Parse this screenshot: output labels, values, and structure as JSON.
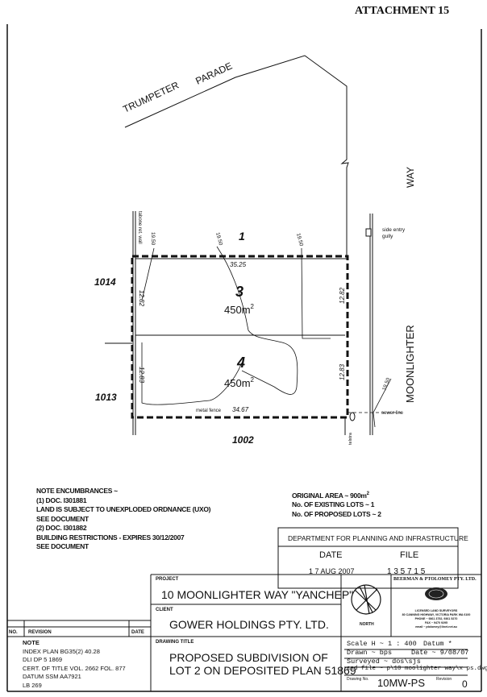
{
  "attachment": "ATTACHMENT 15",
  "plan": {
    "roads": {
      "trumpeter": "TRUMPETER",
      "parade": "PARADE",
      "way": "WAY",
      "moonlighter": "MOONLIGHTER"
    },
    "lots": {
      "lot1": "1",
      "lot3": "3",
      "lot4": "4",
      "area3": "450m",
      "area4": "450m",
      "sup": "2",
      "n1014": "1014",
      "n1013": "1013",
      "n1002": "1002"
    },
    "dims": {
      "top": "35.25",
      "bottom": "34.67",
      "left_upper": "12.82",
      "left_lower": "12.83",
      "right_upper": "12.82",
      "right_lower": "12.83"
    },
    "contours": {
      "c1": "19.50",
      "c2": "19.50",
      "c3": "19.50",
      "c4": "19.50"
    },
    "annotations": {
      "ret_wall": "tabone ret. wall",
      "side_entry": "side entry",
      "gully": "gully",
      "metal_fence": "metal fence",
      "sewer": "sewer line",
      "telstra": "telstra"
    }
  },
  "notes": {
    "encumbrances": [
      "NOTE ENCUMBRANCES ~",
      "(1) DOC. I301881",
      "LAND IS SUBJECT TO UNEXPLODED ORDNANCE (UXO)",
      "SEE DOCUMENT",
      "(2) DOC. I301882",
      "BUILDING RESTRICTIONS - EXPIRES 30/12/2007",
      "SEE DOCUMENT"
    ],
    "areas": [
      "ORIGINAL AREA ~ 900m",
      "No. OF EXISTING LOTS ~ 1",
      "No. OF PROPOSED LOTS ~ 2"
    ],
    "area_sup": "2"
  },
  "stamp": {
    "dept": "DEPARTMENT FOR PLANNING AND INFRASTRUCTURE",
    "date_label": "DATE",
    "file_label": "FILE",
    "date": "1 7  AUG 2007",
    "file": "1 3 5 7 1 5"
  },
  "revision": {
    "no": "NO.",
    "revision": "REVISION",
    "date": "DATE"
  },
  "note_block": [
    "NOTE",
    "INDEX PLAN BG35(2) 40.28",
    "DLI DP 5 1869",
    "CERT. OF TITLE VOL. 2662 FOL. 877",
    "DATUM SSM AA7921",
    "LB 269"
  ],
  "title_block": {
    "project_label": "PROJECT",
    "project": "10 MOONLIGHTER WAY \"YANCHEP\"",
    "client_label": "CLIENT",
    "client": "GOWER HOLDINGS PTY. LTD.",
    "drawing_title_label": "DRAWING TITLE",
    "drawing_title": [
      "PROPOSED SUBDIVISION OF",
      "LOT 2 ON DEPOSITED PLAN 51869"
    ],
    "north": "NORTH",
    "company": "BEERMAN & PTOLOMEY PTY. LTD.",
    "company_lines": [
      "LICENSED LAND SURVEYORS",
      "80 CANNING HIGHWAY, VICTORIA PARK WA 6100",
      "PHONE ~ 9361 3752, 9361 5270",
      "FAX ~ 9470 9295",
      "email ~ ptolomey@iinet.net.au"
    ],
    "scale": "Scale  H ~ 1 : 400",
    "datum": "Datum  *",
    "drawn": "Drawn ~ bps",
    "date": "Date ~ 9/08/07",
    "surveyed": "Surveyed ~ dos\\sjs",
    "cad": "cad file ~ p\\10 moolighter way\\x ps.dwg",
    "drawing_no_label": "Drawing No.",
    "drawing_no": "10MW-PS",
    "revision_label": "Revision",
    "revision": "0"
  }
}
